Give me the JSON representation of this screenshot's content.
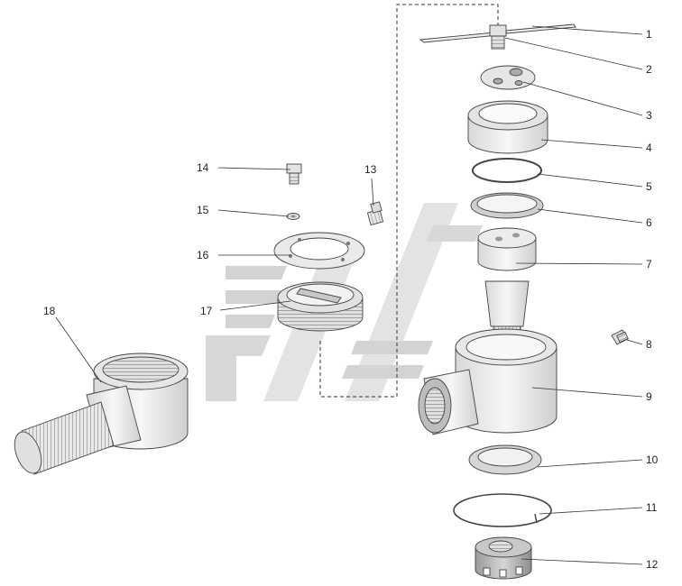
{
  "diagram": {
    "type": "exploded-parts-view",
    "watermark_colors": [
      "#c9c9c9",
      "#e2e2e2"
    ],
    "callouts": [
      {
        "number": "1"
      },
      {
        "number": "2"
      },
      {
        "number": "3"
      },
      {
        "number": "4"
      },
      {
        "number": "5"
      },
      {
        "number": "6"
      },
      {
        "number": "7"
      },
      {
        "number": "8"
      },
      {
        "number": "9"
      },
      {
        "number": "10"
      },
      {
        "number": "11"
      },
      {
        "number": "12"
      },
      {
        "number": "13"
      },
      {
        "number": "14"
      },
      {
        "number": "15"
      },
      {
        "number": "16"
      },
      {
        "number": "17"
      },
      {
        "number": "18"
      }
    ]
  }
}
